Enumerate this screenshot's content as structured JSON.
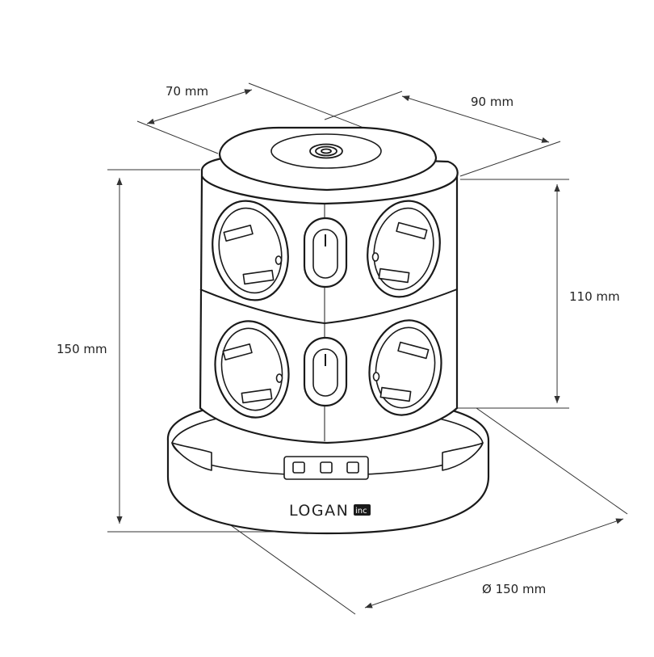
{
  "dimensions": {
    "depth": "70 mm",
    "width": "90 mm",
    "total_height": "150 mm",
    "tower_height": "110 mm",
    "base_diameter": "Ø 150 mm"
  },
  "brand": {
    "name": "LOGAN",
    "suffix": "inc"
  },
  "colors": {
    "line": "#1a1a1a",
    "background": "#ffffff"
  }
}
